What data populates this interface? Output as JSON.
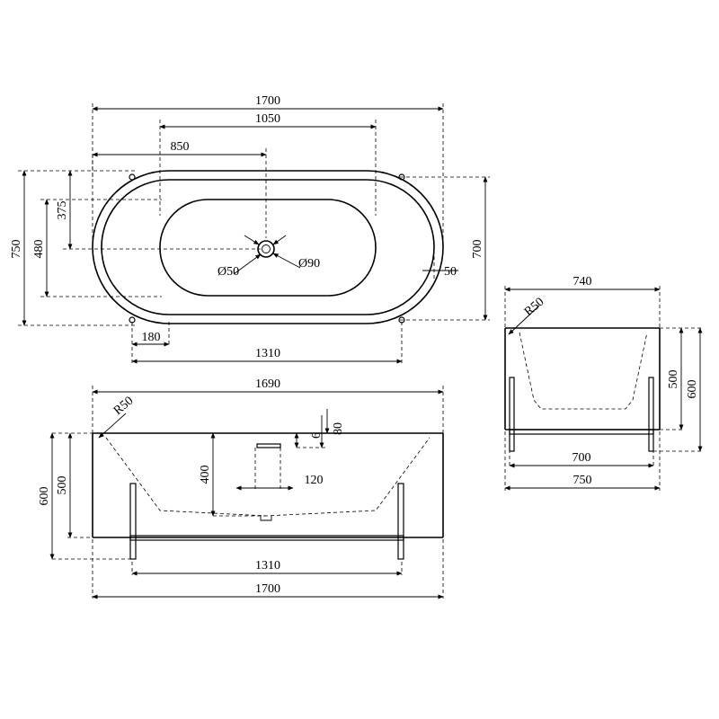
{
  "top_view": {
    "length_total": "1700",
    "length_inner": "1050",
    "to_drain": "850",
    "half_width": "375",
    "width_total": "750",
    "inner_width": "480",
    "width_rim": "700",
    "rim_offset": "50",
    "drain_diameter": "Ø50",
    "overflow_diameter": "Ø90",
    "foot_offset": "180",
    "foot_span": "1310"
  },
  "front_view": {
    "top_length": "1690",
    "radius": "R50",
    "drain_depth_a": "6",
    "drain_depth_b": "80",
    "inner_depth": "400",
    "drain_width": "120",
    "total_height": "600",
    "basin_height": "500",
    "foot_span": "1310",
    "bottom_length": "1700"
  },
  "side_view": {
    "top_width": "740",
    "radius": "R50",
    "basin_height": "500",
    "total_height": "600",
    "foot_width": "700",
    "bottom_width": "750"
  }
}
